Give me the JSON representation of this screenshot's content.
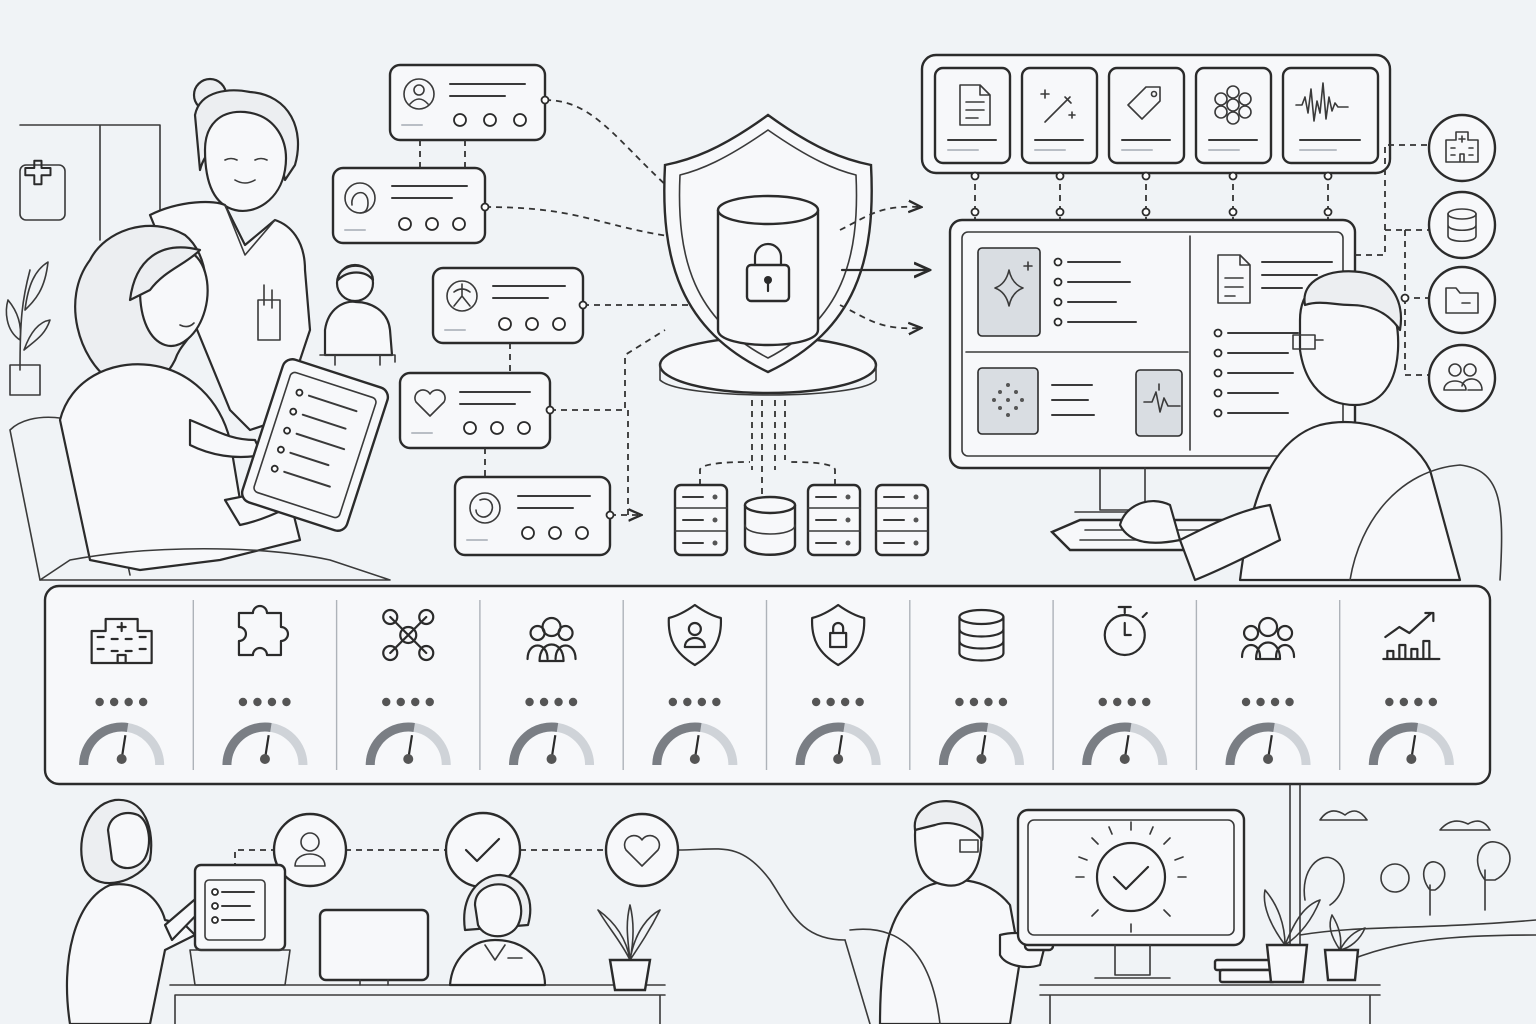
{
  "illustration": {
    "records": [
      "user-record",
      "profile-record",
      "scan-record",
      "cardiology-record",
      "imaging-record"
    ],
    "vault": [
      "shield-icon",
      "database-icon",
      "lock-icon"
    ],
    "ai_modules": [
      "document-icon",
      "magic-wand-icon",
      "tag-icon",
      "network-icon",
      "waveform-icon"
    ],
    "side_badges": [
      "hospital-icon",
      "database-icon",
      "folder-icon",
      "users-icon"
    ],
    "metrics": [
      {
        "icon": "hospital-icon",
        "level": 0.55
      },
      {
        "icon": "puzzle-icon",
        "level": 0.55
      },
      {
        "icon": "network-icon",
        "level": 0.55
      },
      {
        "icon": "users-icon",
        "level": 0.55
      },
      {
        "icon": "user-shield-icon",
        "level": 0.55
      },
      {
        "icon": "lock-shield-icon",
        "level": 0.55
      },
      {
        "icon": "database-icon",
        "level": 0.55
      },
      {
        "icon": "stopwatch-icon",
        "level": 0.55
      },
      {
        "icon": "team-icon",
        "level": 0.55
      },
      {
        "icon": "growth-chart-icon",
        "level": 0.55
      }
    ],
    "journey_steps": [
      "user-icon",
      "check-icon",
      "heart-icon"
    ],
    "colors": {
      "ink": "#2b2b2b",
      "paper": "#f0f3f6",
      "panel": "#f7f8fa",
      "shade": "#d9dde2"
    }
  }
}
